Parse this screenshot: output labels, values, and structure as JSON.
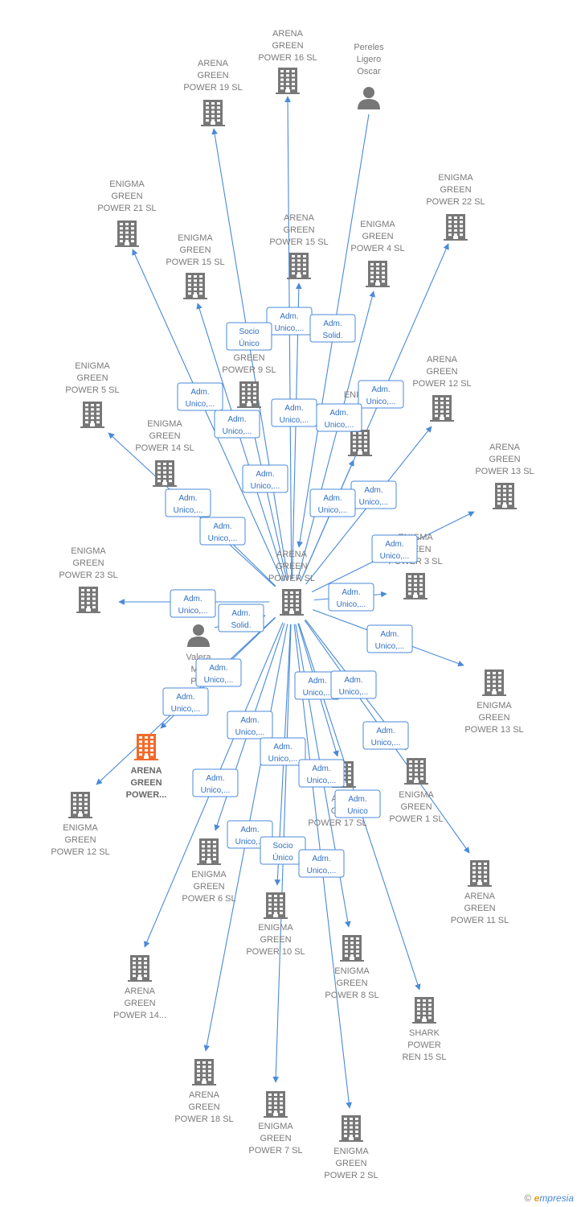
{
  "colors": {
    "company": "#777777",
    "highlight": "#f26a2a",
    "person": "#777777",
    "edge": "#4a8ad8"
  },
  "nodes": [
    {
      "id": "center",
      "type": "company",
      "lines": [
        "ARENA",
        "GREEN",
        "POWER  SL"
      ]
    },
    {
      "id": "ag16",
      "type": "company",
      "lines": [
        "ARENA",
        "GREEN",
        "POWER 16  SL"
      ]
    },
    {
      "id": "pereles",
      "type": "person",
      "lines": [
        "Pereles",
        "Ligero",
        "Oscar"
      ]
    },
    {
      "id": "ag19",
      "type": "company",
      "lines": [
        "ARENA",
        "GREEN",
        "POWER 19  SL"
      ]
    },
    {
      "id": "eg21",
      "type": "company",
      "lines": [
        "ENIGMA",
        "GREEN",
        "POWER 21  SL"
      ]
    },
    {
      "id": "eg22",
      "type": "company",
      "lines": [
        "ENIGMA",
        "GREEN",
        "POWER 22  SL"
      ]
    },
    {
      "id": "ag15",
      "type": "company",
      "lines": [
        "ARENA",
        "GREEN",
        "POWER 15  SL"
      ]
    },
    {
      "id": "eg15",
      "type": "company",
      "lines": [
        "ENIGMA",
        "GREEN",
        "POWER 15  SL"
      ]
    },
    {
      "id": "eg4",
      "type": "company",
      "lines": [
        "ENIGMA",
        "GREEN",
        "POWER 4  SL"
      ]
    },
    {
      "id": "ag9",
      "type": "company",
      "lines": [
        "",
        "GREEN",
        "POWER 9  SL"
      ]
    },
    {
      "id": "eg5",
      "type": "company",
      "lines": [
        "ENIGMA",
        "GREEN",
        "POWER 5  SL"
      ]
    },
    {
      "id": "ag12",
      "type": "company",
      "lines": [
        "ARENA",
        "GREEN",
        "POWER 12  SL"
      ]
    },
    {
      "id": "eg11",
      "type": "company",
      "lines": [
        "ENI",
        "",
        "11  SL"
      ]
    },
    {
      "id": "eg14",
      "type": "company",
      "lines": [
        "ENIGMA",
        "GREEN",
        "POWER 14  SL"
      ]
    },
    {
      "id": "ag13",
      "type": "company",
      "lines": [
        "ARENA",
        "GREEN",
        "POWER 13  SL"
      ]
    },
    {
      "id": "eg3",
      "type": "company",
      "lines": [
        "ENIGMA",
        "GREEN",
        "POWER 3  SL"
      ]
    },
    {
      "id": "eg23",
      "type": "company",
      "lines": [
        "ENIGMA",
        "GREEN",
        "POWER 23  SL"
      ]
    },
    {
      "id": "valera",
      "type": "person",
      "lines": [
        "Valera",
        "Mar",
        "Pab"
      ]
    },
    {
      "id": "eg13",
      "type": "company",
      "lines": [
        "ENIGMA",
        "GREEN",
        "POWER 13  SL"
      ]
    },
    {
      "id": "agp",
      "type": "highlight",
      "lines": [
        "ARENA",
        "GREEN",
        "POWER..."
      ]
    },
    {
      "id": "eg12",
      "type": "company",
      "lines": [
        "ENIGMA",
        "GREEN",
        "POWER 12  SL"
      ]
    },
    {
      "id": "ag17",
      "type": "company",
      "lines": [
        "AR",
        "GR",
        "POWER 17  SL"
      ]
    },
    {
      "id": "eg1",
      "type": "company",
      "lines": [
        "ENIGMA",
        "GREEN",
        "POWER 1  SL"
      ]
    },
    {
      "id": "eg6",
      "type": "company",
      "lines": [
        "ENIGMA",
        "GREEN",
        "POWER 6  SL"
      ]
    },
    {
      "id": "ag11",
      "type": "company",
      "lines": [
        "ARENA",
        "GREEN",
        "POWER 11  SL"
      ]
    },
    {
      "id": "eg10",
      "type": "company",
      "lines": [
        "ENIGMA",
        "GREEN",
        "POWER 10  SL"
      ]
    },
    {
      "id": "eg8",
      "type": "company",
      "lines": [
        "ENIGMA",
        "GREEN",
        "POWER 8  SL"
      ]
    },
    {
      "id": "ag14",
      "type": "company",
      "lines": [
        "ARENA",
        "GREEN",
        "POWER 14..."
      ]
    },
    {
      "id": "shark",
      "type": "company",
      "lines": [
        "SHARK",
        "POWER",
        "REN 15  SL"
      ]
    },
    {
      "id": "ag18",
      "type": "company",
      "lines": [
        "ARENA",
        "GREEN",
        "POWER 18  SL"
      ]
    },
    {
      "id": "eg7",
      "type": "company",
      "lines": [
        "ENIGMA",
        "GREEN",
        "POWER 7  SL"
      ]
    },
    {
      "id": "eg2",
      "type": "company",
      "lines": [
        "ENIGMA",
        "GREEN",
        "POWER 2  SL"
      ]
    }
  ],
  "edges": [
    {
      "to": "ag16",
      "label": [
        "Adm.",
        "Unico,..."
      ]
    },
    {
      "from": "pereles",
      "to": "center",
      "label": [
        "Adm.",
        "Solid."
      ]
    },
    {
      "to": "ag19",
      "label": [
        "Socio",
        "Único"
      ]
    },
    {
      "to": "eg21",
      "label": [
        "Adm.",
        "Unico,..."
      ]
    },
    {
      "to": "eg22",
      "label": [
        "Adm.",
        "Unico,..."
      ]
    },
    {
      "to": "ag15",
      "label": [
        "Adm.",
        "Unico,..."
      ]
    },
    {
      "to": "eg15",
      "label": [
        "Adm.",
        "Unico,..."
      ]
    },
    {
      "to": "eg4",
      "label": [
        "Adm.",
        "Unico,..."
      ]
    },
    {
      "to": "ag9",
      "label": [
        "Adm.",
        "Unico,..."
      ]
    },
    {
      "to": "eg5",
      "label": [
        "Adm.",
        "Unico,..."
      ]
    },
    {
      "to": "ag12",
      "label": [
        "Adm.",
        "Unico,..."
      ]
    },
    {
      "to": "eg11",
      "label": [
        "Adm.",
        "Unico,..."
      ]
    },
    {
      "to": "eg14",
      "label": [
        "Adm.",
        "Unico,..."
      ]
    },
    {
      "to": "ag13",
      "label": [
        "Adm.",
        "Unico,..."
      ]
    },
    {
      "to": "eg3",
      "label": [
        "Adm.",
        "Unico,..."
      ]
    },
    {
      "to": "eg23",
      "label": [
        "Adm.",
        "Unico,..."
      ]
    },
    {
      "from": "valera",
      "to": "center",
      "label": [
        "Adm.",
        "Solid."
      ]
    },
    {
      "to": "eg13",
      "label": [
        "Adm.",
        "Unico,..."
      ]
    },
    {
      "to": "agp",
      "label": [
        "Adm.",
        "Unico,..."
      ]
    },
    {
      "to": "eg12",
      "label": [
        "Adm.",
        "Unico,..."
      ]
    },
    {
      "to": "ag17",
      "label": [
        "Adm.",
        "Unico,..."
      ]
    },
    {
      "to": "eg1",
      "label": [
        "Adm.",
        "Unico,..."
      ]
    },
    {
      "to": "eg6",
      "label": [
        "Adm.",
        "Unico,..."
      ]
    },
    {
      "to": "ag11",
      "label": [
        "Adm.",
        "Unico,..."
      ]
    },
    {
      "to": "eg10",
      "label": [
        "Adm.",
        "Unico,..."
      ]
    },
    {
      "to": "eg8",
      "label": [
        "Adm.",
        "Unico,..."
      ]
    },
    {
      "to": "ag14",
      "label": [
        "Adm.",
        "Unico,..."
      ]
    },
    {
      "to": "shark",
      "label": [
        "Adm.",
        "Unico"
      ]
    },
    {
      "to": "ag18",
      "label": [
        "Adm.",
        "Unico,..."
      ]
    },
    {
      "to": "eg7",
      "label": [
        "Socio",
        "Único"
      ]
    },
    {
      "to": "eg2",
      "label": [
        "Adm.",
        "Unico,..."
      ]
    }
  ],
  "footer": {
    "copyright": "©",
    "brand_e": "e",
    "brand_rest": "mpresia"
  }
}
